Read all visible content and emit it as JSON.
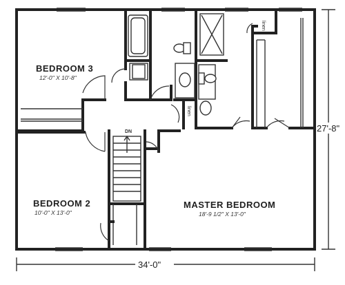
{
  "rooms": {
    "bedroom3": {
      "name": "BEDROOM 3",
      "dims": "12'-0\" X 10'-8\""
    },
    "bedroom2": {
      "name": "BEDROOM 2",
      "dims": "10'-0\" X 13'-0\""
    },
    "master": {
      "name": "MASTER BEDROOM",
      "dims": "18'-9 1/2\" X 13'-0\""
    }
  },
  "labels": {
    "linen_top": "linen",
    "linen_mid": "linen",
    "stairs_down": "DN"
  },
  "dimensions": {
    "width": "34'-0\"",
    "depth": "27'-8\""
  },
  "colors": {
    "wall": "#222222",
    "background": "#ffffff"
  }
}
